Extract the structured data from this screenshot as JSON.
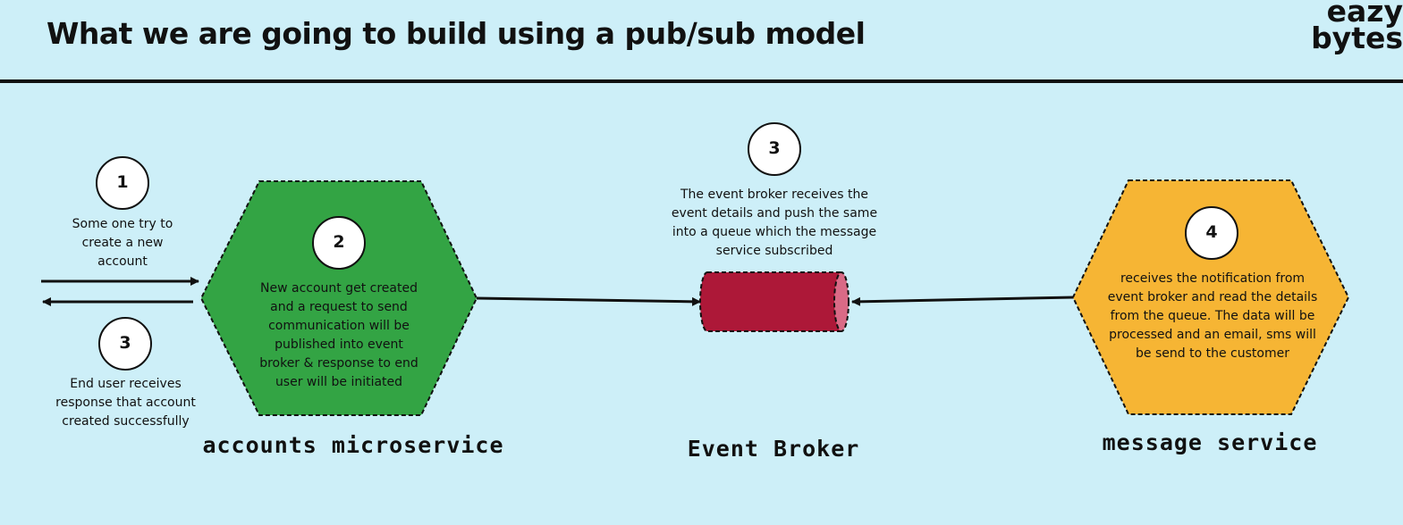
{
  "header": {
    "title": "What we are going to build using a pub/sub model",
    "brand_line1": "eazy",
    "brand_line2": "bytes"
  },
  "colors": {
    "background": "#cdeff8",
    "accounts_fill": "#33a444",
    "broker_fill": "#ad1838",
    "broker_cap": "#d96a86",
    "message_fill": "#f6b534"
  },
  "steps": {
    "step1": {
      "number": "1",
      "text_line1": "Some one try to",
      "text_line2": "create a new",
      "text_line3": "account"
    },
    "step3_user": {
      "number": "3",
      "text_line1": "End user receives",
      "text_line2": "response that account",
      "text_line3": "created successfully"
    },
    "step2": {
      "number": "2",
      "text_line1": "New account get created",
      "text_line2": "and a request to send",
      "text_line3": "communication will be",
      "text_line4": "published into event",
      "text_line5": "broker & response to end",
      "text_line6": "user will be initiated"
    },
    "step3_broker": {
      "number": "3",
      "text_line1": "The event broker receives the",
      "text_line2": "event details and push the same",
      "text_line3": "into a queue which the message",
      "text_line4": "service subscribed"
    },
    "step4": {
      "number": "4",
      "text_line1": "receives the notification from",
      "text_line2": "event broker and read the details",
      "text_line3": "from the queue. The data will be",
      "text_line4": "processed and an email, sms will",
      "text_line5": "be send to the customer"
    }
  },
  "components": {
    "accounts": "accounts microservice",
    "broker": "Event Broker",
    "message": "message service"
  }
}
